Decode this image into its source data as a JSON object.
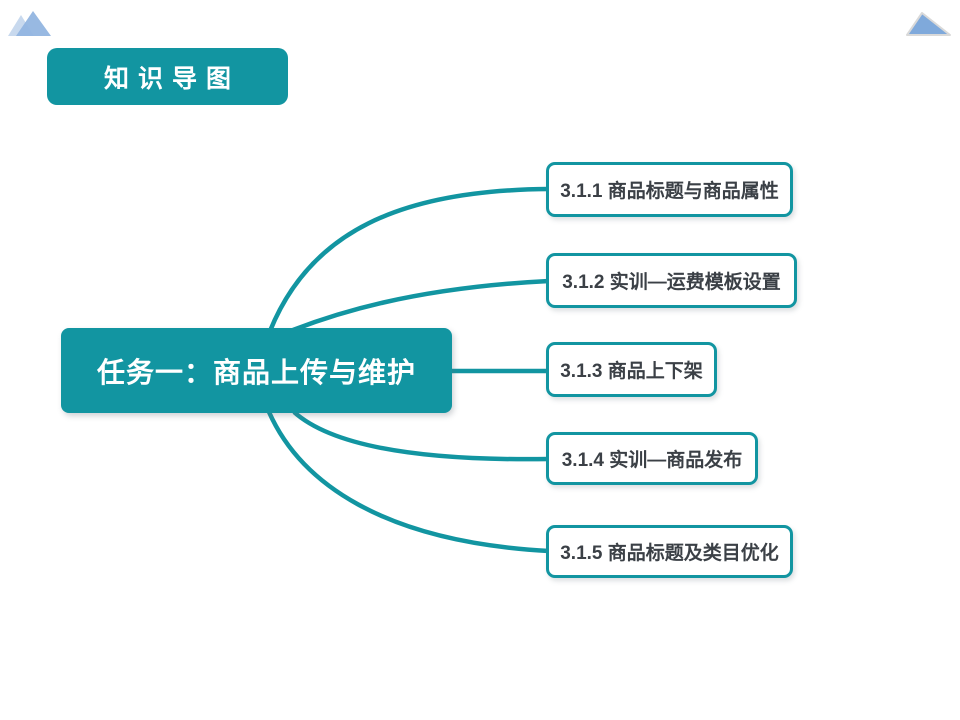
{
  "slide": {
    "badge": {
      "label": "知识导图"
    },
    "root_node": {
      "label": "任务一：商品上传与维护"
    },
    "branches": [
      {
        "label": "3.1.1 商品标题与商品属性"
      },
      {
        "label": "3.1.2 实训—运费模板设置"
      },
      {
        "label": "3.1.3 商品上下架"
      },
      {
        "label": "3.1.4 实训—商品发布"
      },
      {
        "label": "3.1.5 商品标题及类目优化"
      }
    ],
    "colors": {
      "accent_teal": "#1295A1",
      "branch_text": "#3B4046",
      "node_text": "#FFFFFF",
      "background": "#FFFFFF",
      "triangle_light_blue": "#C8D9EE",
      "triangle_mid_blue": "#92B5E0",
      "triangle_right_blue": "#7FA9DB",
      "triangle_right_stroke": "#D9D9D9"
    }
  }
}
